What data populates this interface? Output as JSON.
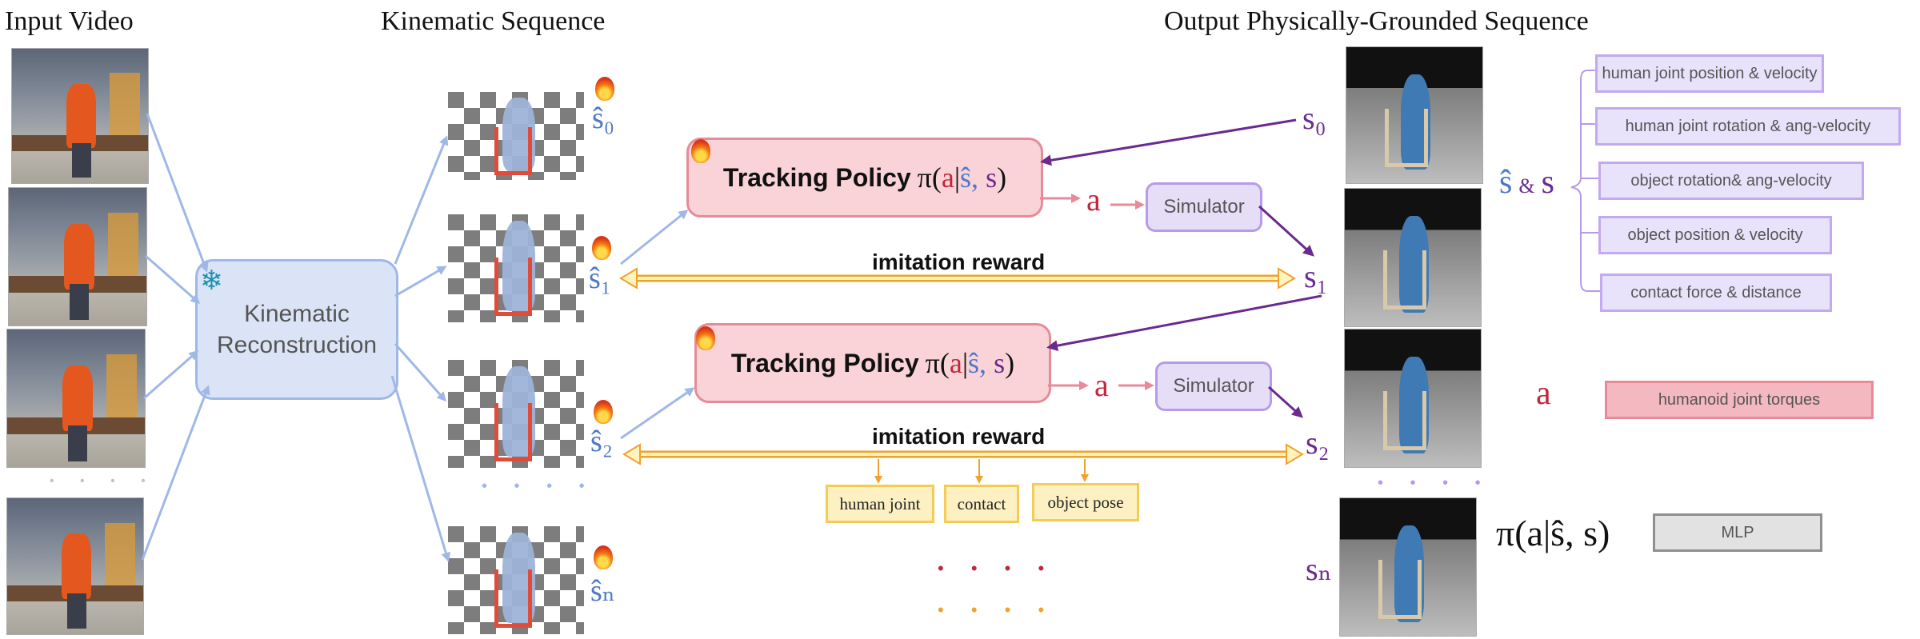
{
  "headings": {
    "input_video": "Input Video",
    "kinematic_sequence": "Kinematic Sequence",
    "output_sequence": "Output Physically-Grounded Sequence"
  },
  "kinematic_reconstruction": "Kinematic Reconstruction",
  "tracking_policy": {
    "label": "Tracking Policy",
    "pi": "π(",
    "a": "a",
    "bar": "|",
    "s_hat": "ŝ,",
    "s": " s",
    "close": ")"
  },
  "simulator": "Simulator",
  "imitation_reward": "imitation reward",
  "action_symbol": "a",
  "kinematic_labels": [
    "ŝ₀",
    "ŝ₁",
    "ŝ₂",
    "ŝₙ"
  ],
  "state_labels": [
    "s₀",
    "s₁",
    "s₂",
    "sₙ"
  ],
  "reward_terms": [
    "human joint",
    "contact",
    "object pose"
  ],
  "state_legend": {
    "s_hat": "ŝ",
    "amp": "&",
    "s": "s",
    "features": [
      "human joint position & velocity",
      "human joint rotation & ang-velocity",
      "object rotation& ang-velocity",
      "object position & velocity",
      "contact force & distance"
    ]
  },
  "action_legend": {
    "symbol": "a",
    "description": "humanoid joint torques"
  },
  "policy_legend": {
    "formula": "π(a|ŝ, s)",
    "description": "MLP"
  },
  "ellipsis": "• • • •",
  "colors": {
    "blue_arrow": "#9fb8e6",
    "pink_arrow": "#e88a98",
    "purple_arrow": "#6b2a90",
    "reward_arrow": "#f0a22a",
    "red": "#c0273d",
    "blue": "#4d78c9",
    "purple": "#6b2a90"
  },
  "icons": [
    "flame-icon",
    "snowflake-icon"
  ]
}
